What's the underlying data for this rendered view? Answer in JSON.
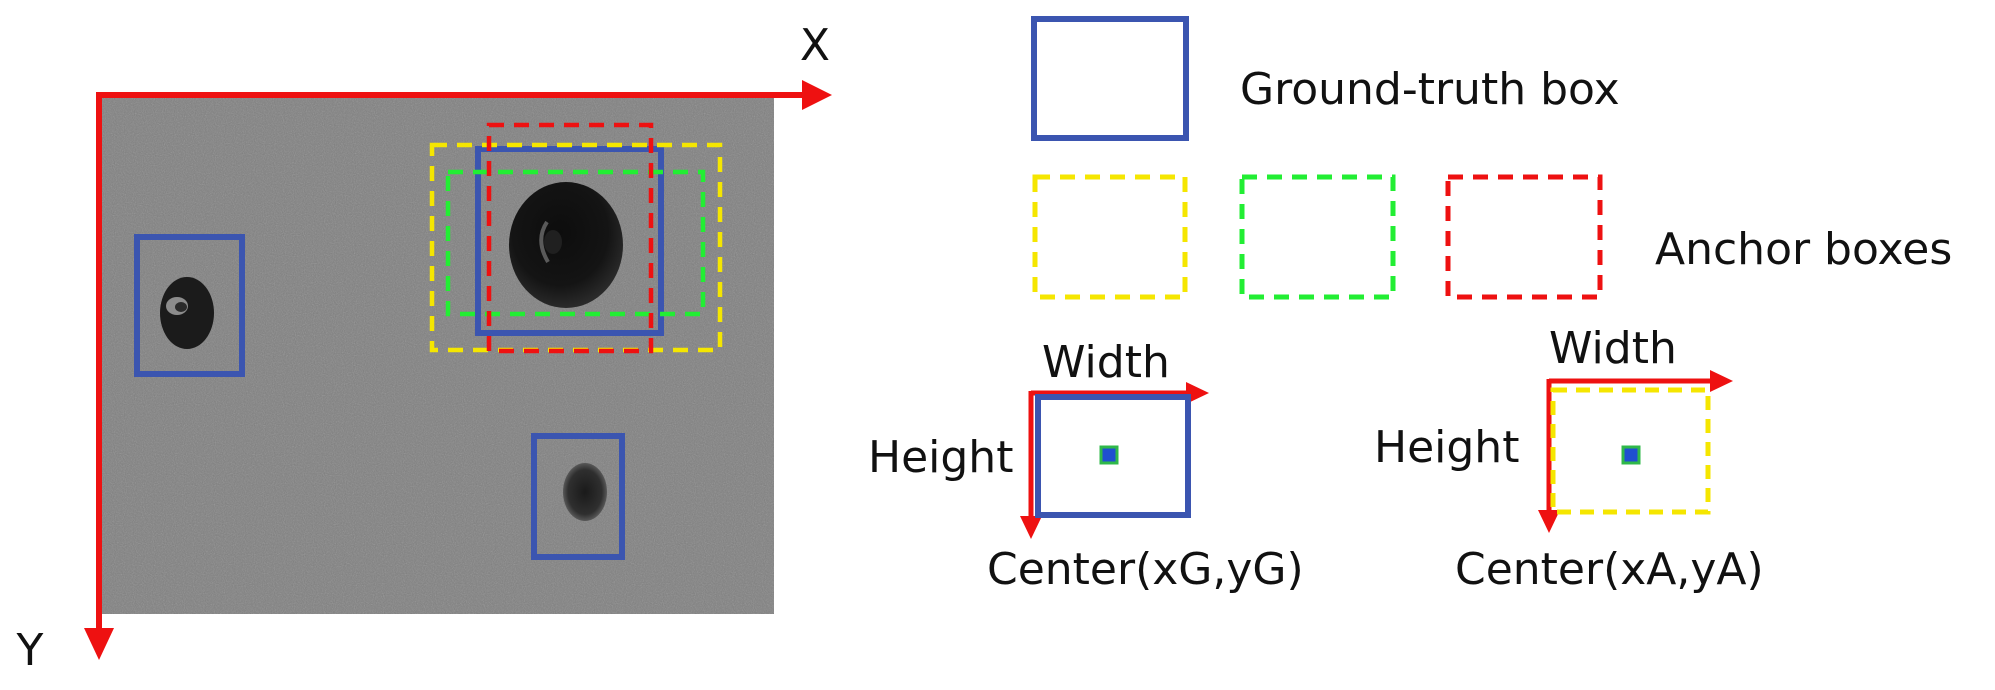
{
  "axes": {
    "x_label": "X",
    "y_label": "Y"
  },
  "legend": {
    "ground_truth_label": "Ground-truth box",
    "anchor_label": "Anchor boxes",
    "anchor_colors": [
      "#f5e600",
      "#22ee33",
      "#ee1111"
    ]
  },
  "ground_truth_example": {
    "width_label": "Width",
    "height_label": "Height",
    "center_label": "Center(xG,yG)"
  },
  "anchor_example": {
    "width_label": "Width",
    "height_label": "Height",
    "center_label": "Center(xA,yA)"
  },
  "colors": {
    "ground_truth": "#3b55b0",
    "axis": "#ee1111",
    "image_background": "#7f7f7f",
    "center_dot_fill": "#1f4fd0",
    "center_dot_border": "#2fb84a"
  },
  "icons": [
    "x-axis-arrow",
    "y-axis-arrow",
    "width-arrow",
    "height-arrow",
    "center-point"
  ]
}
